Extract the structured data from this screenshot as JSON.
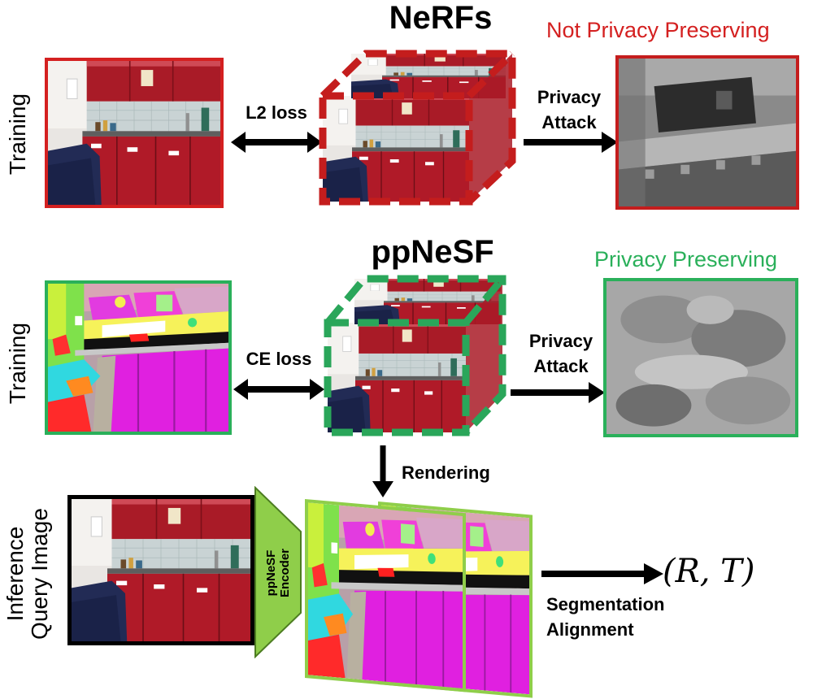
{
  "rows": {
    "nerf": {
      "side_label": "Training",
      "title": "NeRFs",
      "status": "Not Privacy Preserving",
      "loss_label": "L2 loss",
      "attack_label_line1": "Privacy",
      "attack_label_line2": "Attack"
    },
    "ppnesf": {
      "side_label": "Training",
      "title": "ppNeSF",
      "status": "Privacy Preserving",
      "loss_label": "CE loss",
      "attack_label_line1": "Privacy",
      "attack_label_line2": "Attack"
    },
    "inference": {
      "side_label_line1": "Inference",
      "side_label_line2": "Query Image",
      "encoder_line1": "ppNeSF",
      "encoder_line2": "Encoder",
      "rendering_label": "Rendering",
      "alignment_line1": "Segmentation",
      "alignment_line2": "Alignment",
      "output_label": "(R, T)"
    }
  },
  "colors": {
    "not_private": "#d42020",
    "private": "#2ab05a",
    "encoder": "#8fce4a",
    "cabinet_red": "#b51d2a",
    "arrow": "#000000"
  },
  "icons": [
    "double-arrow-icon",
    "right-arrow-icon",
    "down-arrow-icon"
  ]
}
